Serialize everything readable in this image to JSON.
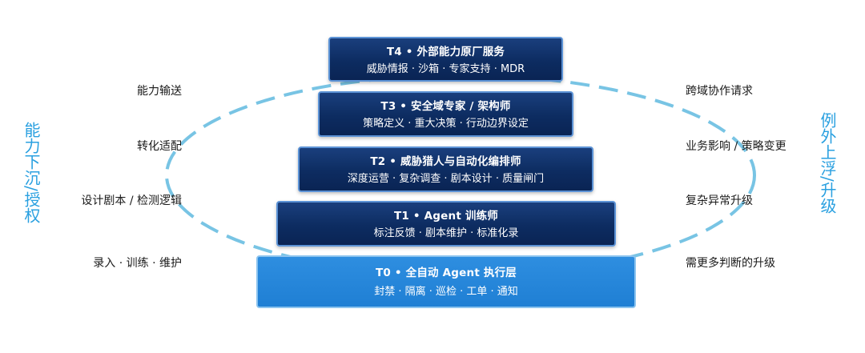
{
  "left_title": "能力下沉/授权",
  "right_title": "例外上浮/升级",
  "tiers": [
    {
      "title": "T4 • 外部能力原厂服务",
      "subtitle": "威胁情报 · 沙箱 · 专家支持 · MDR"
    },
    {
      "title": "T3 • 安全域专家 / 架构师",
      "subtitle": "策略定义 · 重大决策 · 行动边界设定"
    },
    {
      "title": "T2 • 威胁猎人与自动化编排师",
      "subtitle": "深度运营 · 复杂调查 · 剧本设计 · 质量闸门"
    },
    {
      "title": "T1 • Agent 训练师",
      "subtitle": "标注反馈 · 剧本维护 · 标准化录"
    },
    {
      "title": "T0 • 全自动 Agent 执行层",
      "subtitle": "封禁 · 隔离 · 巡检 · 工单 · 通知"
    }
  ],
  "left_labels": [
    "能力输送",
    "转化适配",
    "设计剧本 / 检测逻辑",
    "录入 · 训练 · 维护"
  ],
  "right_labels": [
    "跨域协作请求",
    "业务影响 / 策略变更",
    "复杂异常升级",
    "需更多判断的升级"
  ],
  "colors": {
    "dark_tier": "#0d2c61",
    "light_tier": "#1f7fd4",
    "ring": "#78c4e4",
    "vertical_text": "#2aa0e0"
  }
}
